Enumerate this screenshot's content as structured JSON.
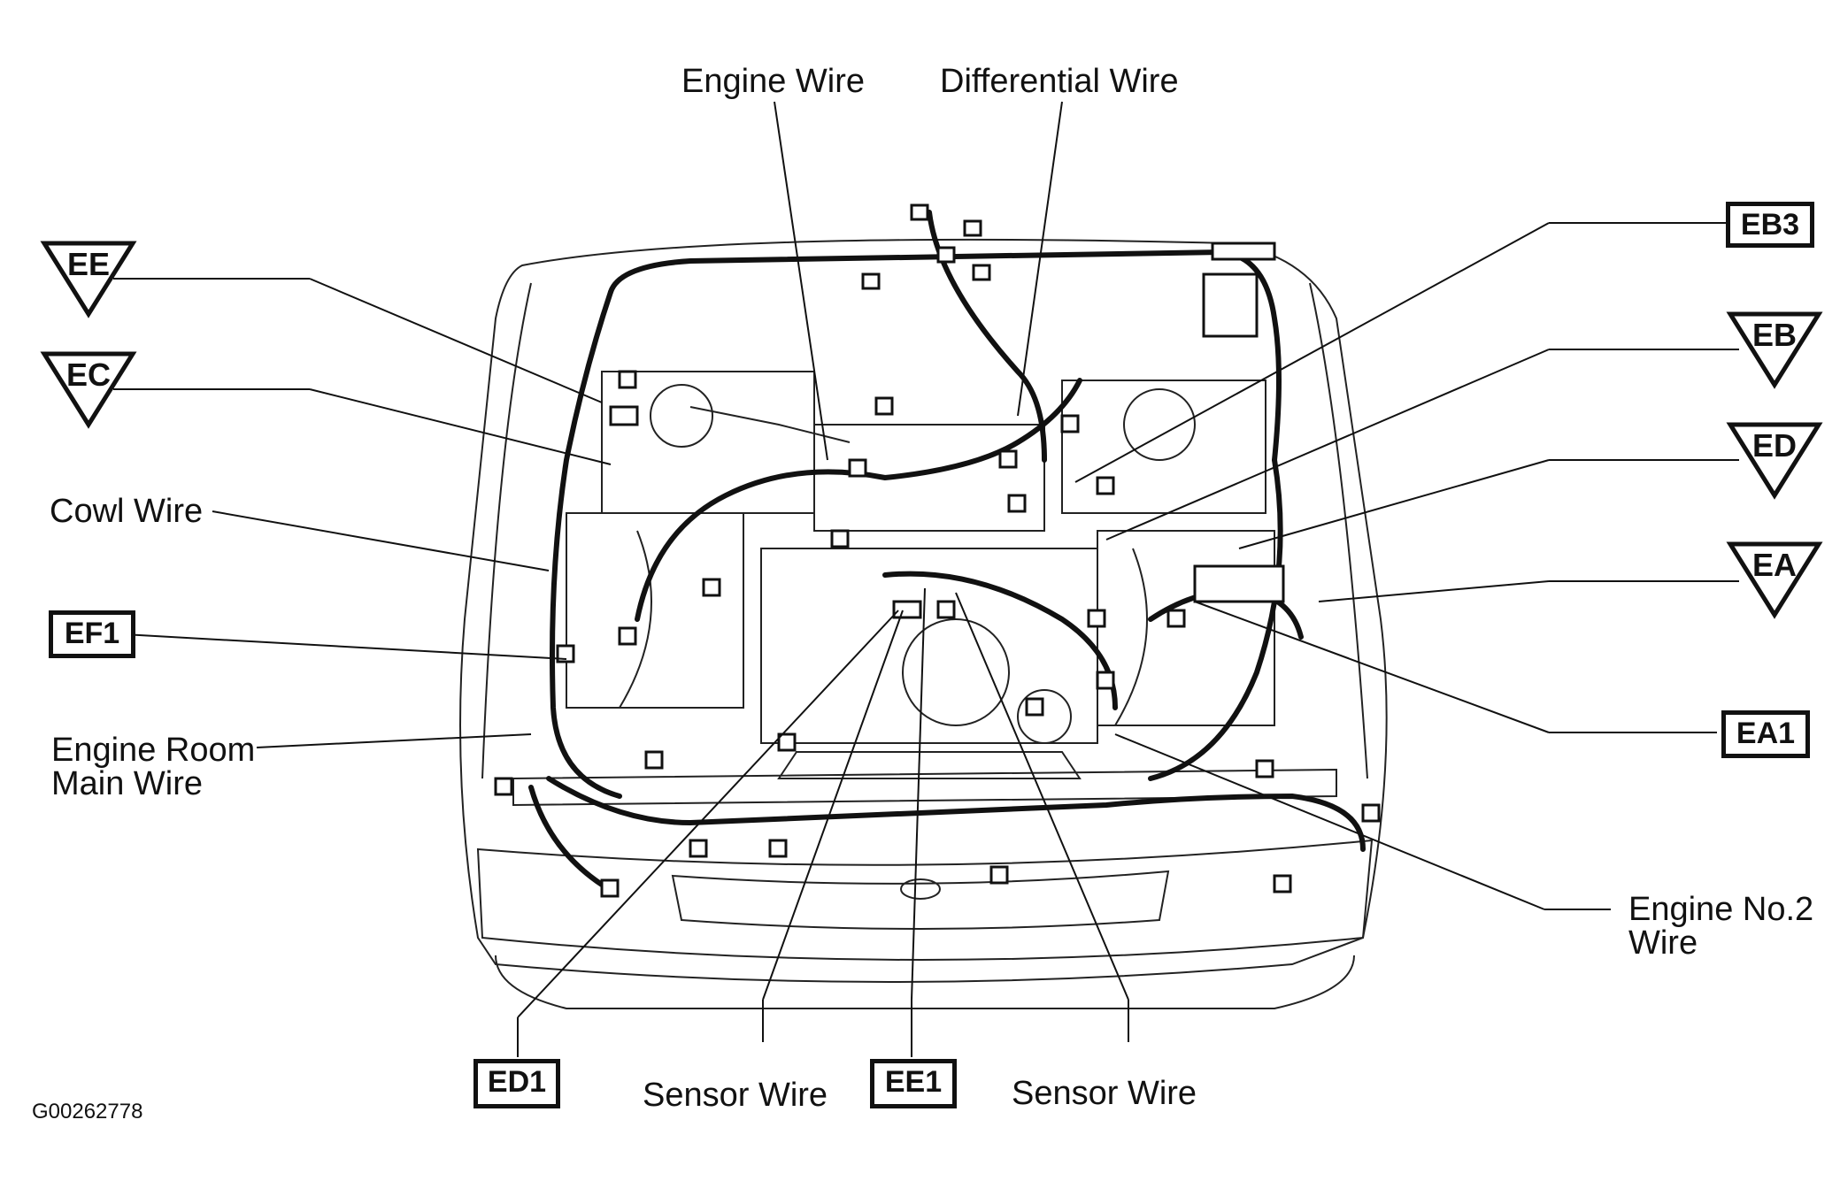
{
  "labels": {
    "engine_wire": "Engine Wire",
    "differential_wire": "Differential Wire",
    "cowl_wire": "Cowl Wire",
    "engine_room_main_wire_line1": "Engine Room",
    "engine_room_main_wire_line2": "Main Wire",
    "engine_no2_wire_line1": "Engine No.2",
    "engine_no2_wire_line2": "Wire",
    "sensor_wire_left": "Sensor Wire",
    "sensor_wire_right": "Sensor Wire"
  },
  "connectors_box": {
    "eb3": "EB3",
    "ef1": "EF1",
    "ea1": "EA1",
    "ed1": "ED1",
    "ee1": "EE1"
  },
  "grounds_triangle": {
    "ee": "EE",
    "ec": "EC",
    "eb": "EB",
    "ed": "ED",
    "ea": "EA"
  },
  "figure_code": "G00262778"
}
